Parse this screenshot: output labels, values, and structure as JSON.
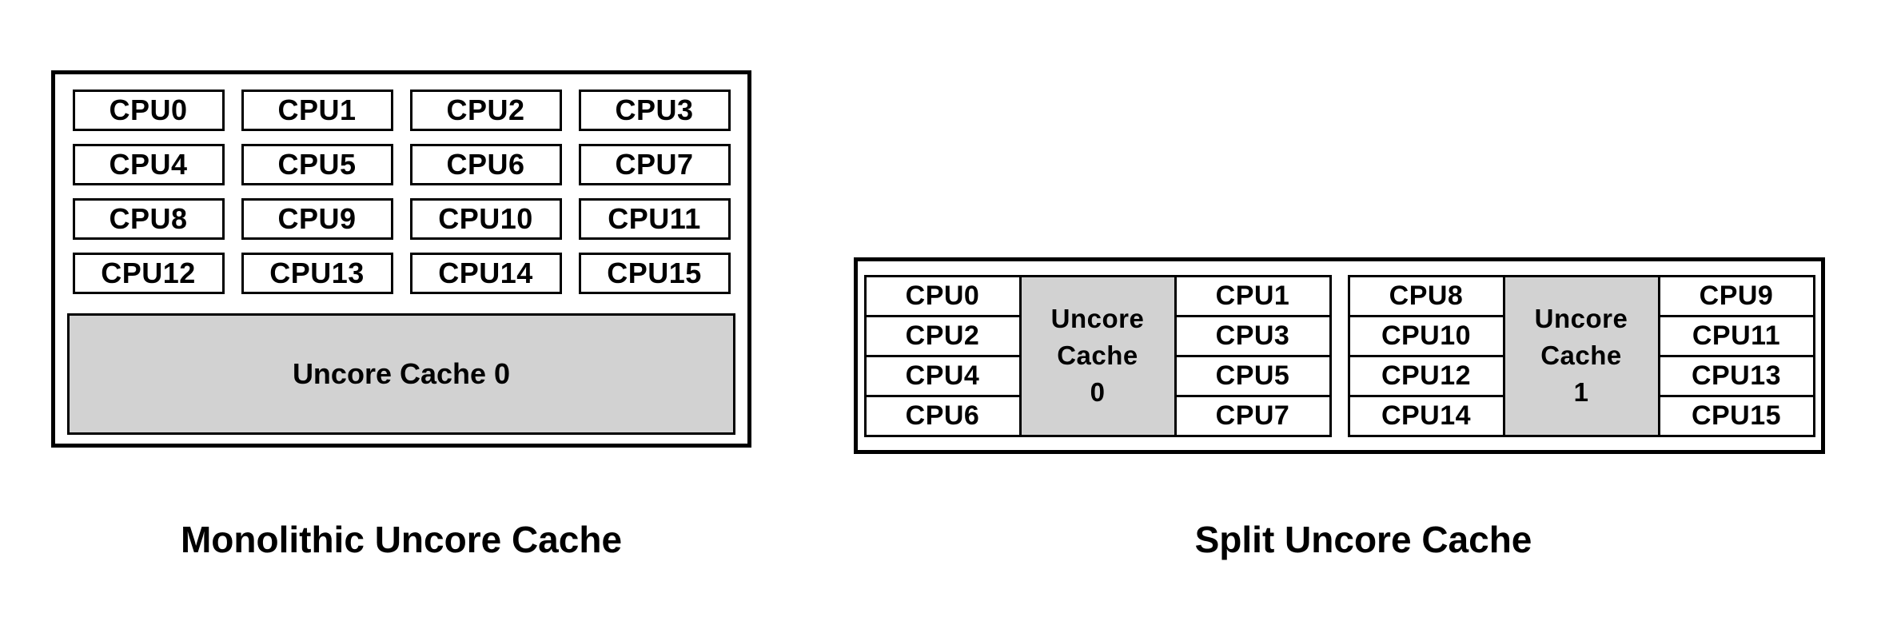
{
  "mono": {
    "caption": "Monolithic Uncore Cache",
    "cpus": [
      "CPU0",
      "CPU1",
      "CPU2",
      "CPU3",
      "CPU4",
      "CPU5",
      "CPU6",
      "CPU7",
      "CPU8",
      "CPU9",
      "CPU10",
      "CPU11",
      "CPU12",
      "CPU13",
      "CPU14",
      "CPU15"
    ],
    "cache_label": "Uncore Cache 0"
  },
  "split": {
    "caption": "Split Uncore Cache",
    "clusters": [
      {
        "left_column": [
          "CPU0",
          "CPU2",
          "CPU4",
          "CPU6"
        ],
        "cache_label_lines": [
          "Uncore",
          "Cache",
          "0"
        ],
        "right_column": [
          "CPU1",
          "CPU3",
          "CPU5",
          "CPU7"
        ]
      },
      {
        "left_column": [
          "CPU8",
          "CPU10",
          "CPU12",
          "CPU14"
        ],
        "cache_label_lines": [
          "Uncore",
          "Cache",
          "1"
        ],
        "right_column": [
          "CPU9",
          "CPU11",
          "CPU13",
          "CPU15"
        ]
      }
    ]
  },
  "colors": {
    "cache_fill": "#d2d2d2",
    "border": "#000000",
    "background": "#ffffff",
    "text": "#000000"
  }
}
